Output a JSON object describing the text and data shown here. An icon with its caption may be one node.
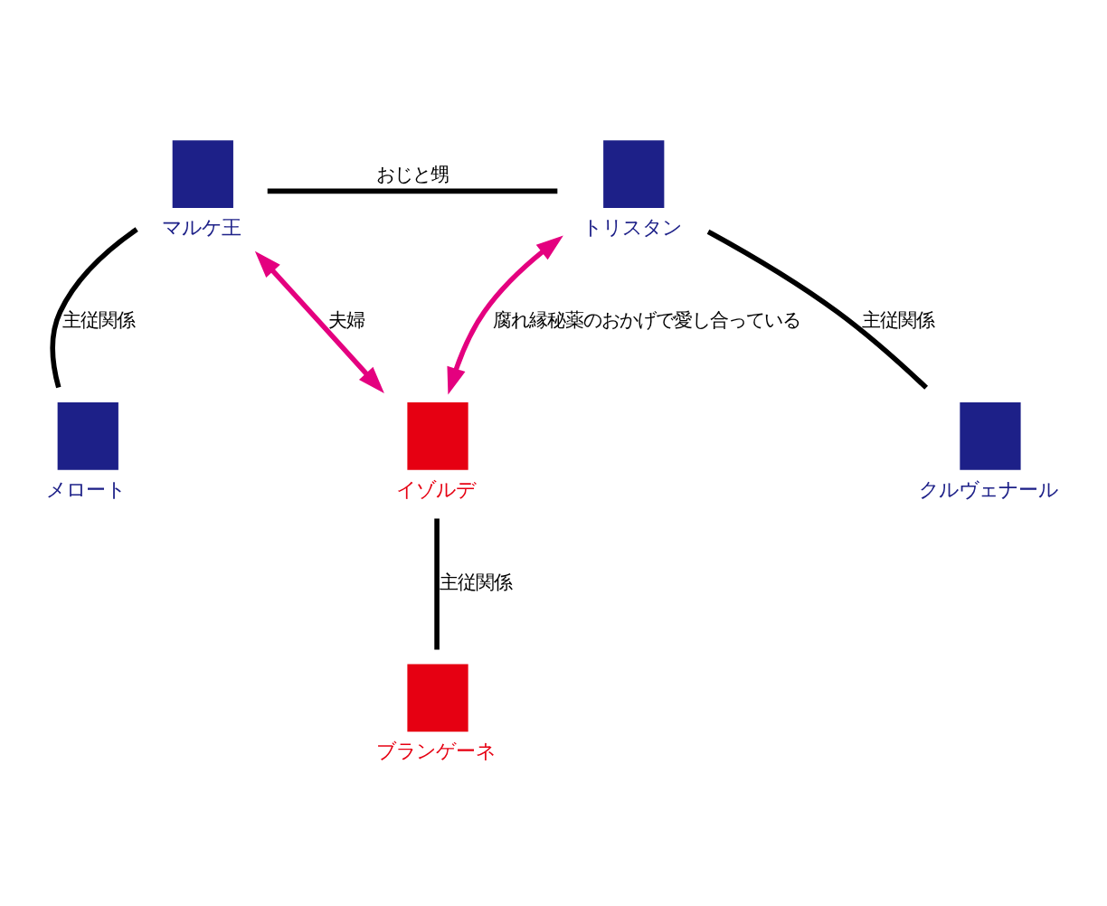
{
  "diagram": {
    "nodes": [
      {
        "text": [
          "マルケ王"
        ]
      },
      {
        "text": [
          "トリスタン"
        ]
      },
      {
        "text": [
          "メロート"
        ]
      },
      {
        "text": [
          "イゾルデ"
        ]
      },
      {
        "text": [
          "クルヴェナール"
        ]
      },
      {
        "text": [
          "ブランゲーネ"
        ]
      }
    ],
    "edges": [
      {
        "from": 0,
        "to": 1,
        "arrow": "none",
        "label": "おじと甥"
      },
      {
        "from": 0,
        "to": 3,
        "arrow": "both",
        "label": "夫婦",
        "color": "#e4007f"
      },
      {
        "from": 1,
        "to": 3,
        "arrow": "both",
        "label": "腐れ縁秘薬のおかげで愛し合っている",
        "color": "#e4007f"
      },
      {
        "from": 0,
        "to": 2,
        "arrow": "none",
        "label": "主従関係"
      },
      {
        "from": 1,
        "to": 4,
        "arrow": "none",
        "label": "主従関係"
      },
      {
        "from": 3,
        "to": 5,
        "arrow": "none",
        "label": "主従関係"
      }
    ]
  }
}
